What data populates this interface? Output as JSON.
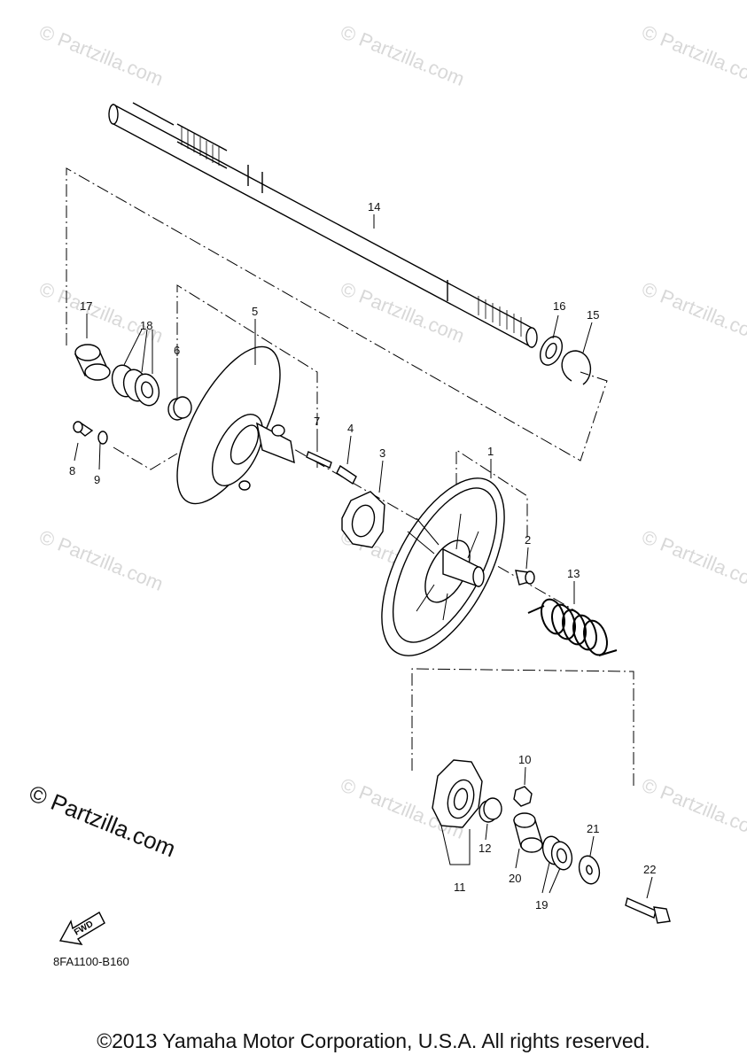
{
  "watermark_text": "© Partzilla.com",
  "diagram_code": "8FA1100-B160",
  "logo_text": "© Partzilla.com",
  "copyright": "©2013 Yamaha Motor Corporation, U.S.A. All rights reserved.",
  "fwd_label": "FWD",
  "callouts": {
    "c1": "1",
    "c2": "2",
    "c3": "3",
    "c4": "4",
    "c5": "5",
    "c6": "6",
    "c7": "7",
    "c8": "8",
    "c9": "9",
    "c10": "10",
    "c11": "11",
    "c12": "12",
    "c13": "13",
    "c14": "14",
    "c15": "15",
    "c16": "16",
    "c17": "17",
    "c18": "18",
    "c19": "19",
    "c20": "20",
    "c21": "21",
    "c22": "22"
  }
}
